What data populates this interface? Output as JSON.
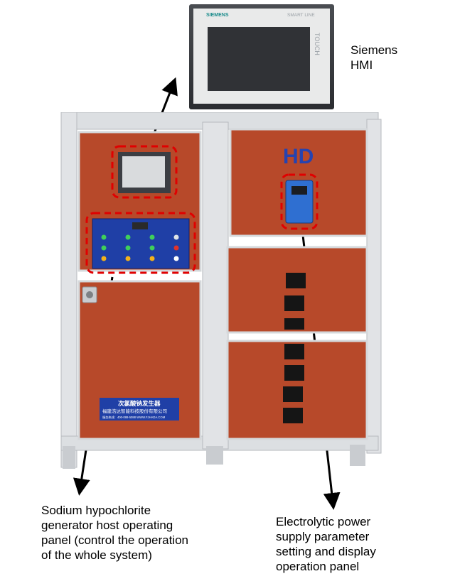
{
  "hmi": {
    "brand": "SIEMENS",
    "series": "SMART LINE",
    "side_label": "TOUCH"
  },
  "callouts": {
    "hmi_label": [
      "Siemens",
      "HMI"
    ],
    "host_panel_label": [
      "Sodium hypochlorite",
      "generator host operating",
      "panel (control the operation",
      "of the whole system)"
    ],
    "power_panel_label": [
      "Electrolytic power",
      "supply parameter",
      "setting and display",
      "operation panel"
    ]
  },
  "cabinet": {
    "logo": "HD",
    "nameplate_title": "次氯酸钠发生器",
    "nameplate_company": "福建浩达智能科技股份有限公司",
    "nameplate_hotline": "服务热线：400-088-5088  WWW.FJHADA.COM"
  },
  "colors": {
    "panel": "#b7492a",
    "frame": "#dcdfe2",
    "control_plate": "#1f3fa6",
    "highlight": "#e00000"
  }
}
